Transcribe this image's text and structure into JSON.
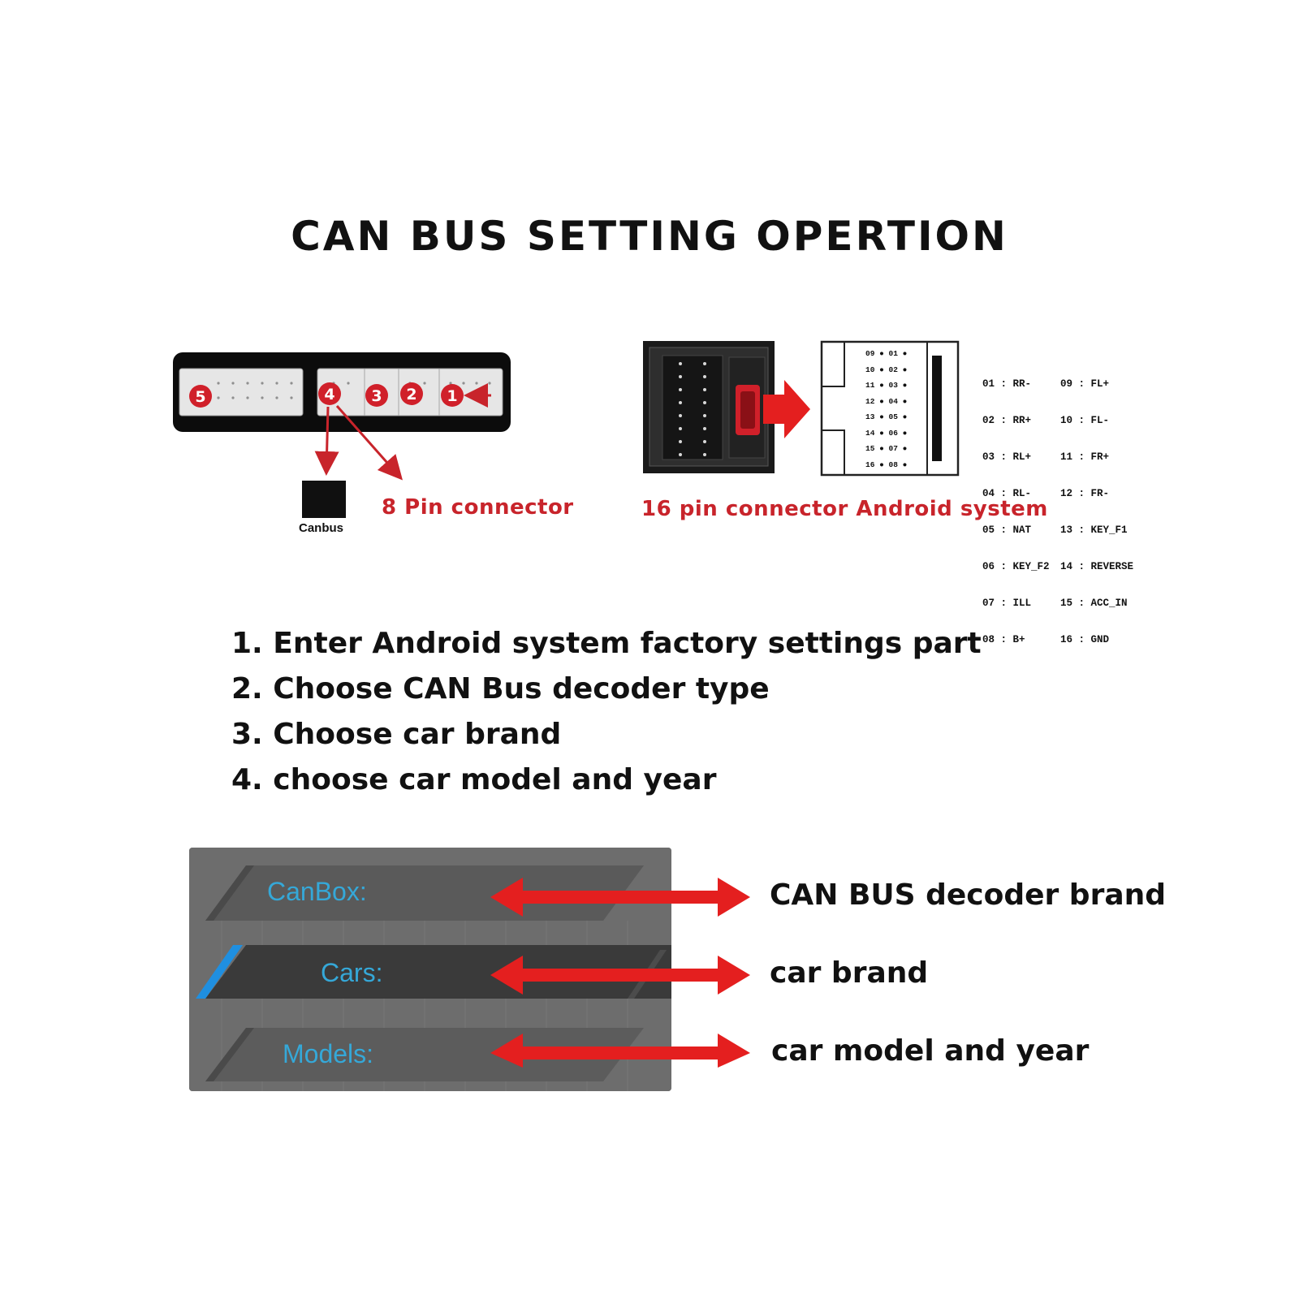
{
  "title": "CAN BUS SETTING OPERTION",
  "connector8": {
    "label": "8 Pin connector",
    "port_numbers": [
      "5",
      "4",
      "3",
      "2",
      "1"
    ],
    "canbus_label": "Canbus"
  },
  "connector16": {
    "label": "16 pin connector Android system",
    "pin_rows": [
      "09 ● 01 ●",
      "10 ● 02 ●",
      "11 ● 03 ●",
      "12 ● 04 ●",
      "13 ● 05 ●",
      "14 ● 06 ●",
      "15 ● 07 ●",
      "16 ● 08 ●"
    ],
    "pinout_left": [
      "01 : RR-",
      "02 : RR+",
      "03 : RL+",
      "04 : RL-",
      "05 : NAT",
      "06 : KEY_F2",
      "07 : ILL",
      "08 : B+"
    ],
    "pinout_right": [
      "09 : FL+",
      "10 : FL-",
      "11 : FR+",
      "12 : FR-",
      "13 : KEY_F1",
      "14 : REVERSE",
      "15 : ACC_IN",
      "16 : GND"
    ]
  },
  "steps": [
    "1. Enter Android system factory settings part",
    "2. Choose CAN Bus decoder type",
    "3. Choose car brand",
    "4. choose car model and year"
  ],
  "settings_panel": {
    "rows": [
      "CanBox:",
      "Cars:",
      "Models:"
    ]
  },
  "callouts": [
    "CAN BUS decoder brand",
    "car brand",
    "car model and year"
  ],
  "colors": {
    "accent_red": "#e41f1f",
    "label_red": "#c8242b",
    "panel_text_blue": "#35a8d8",
    "selected_bar_blue": "#1f8fe0"
  }
}
